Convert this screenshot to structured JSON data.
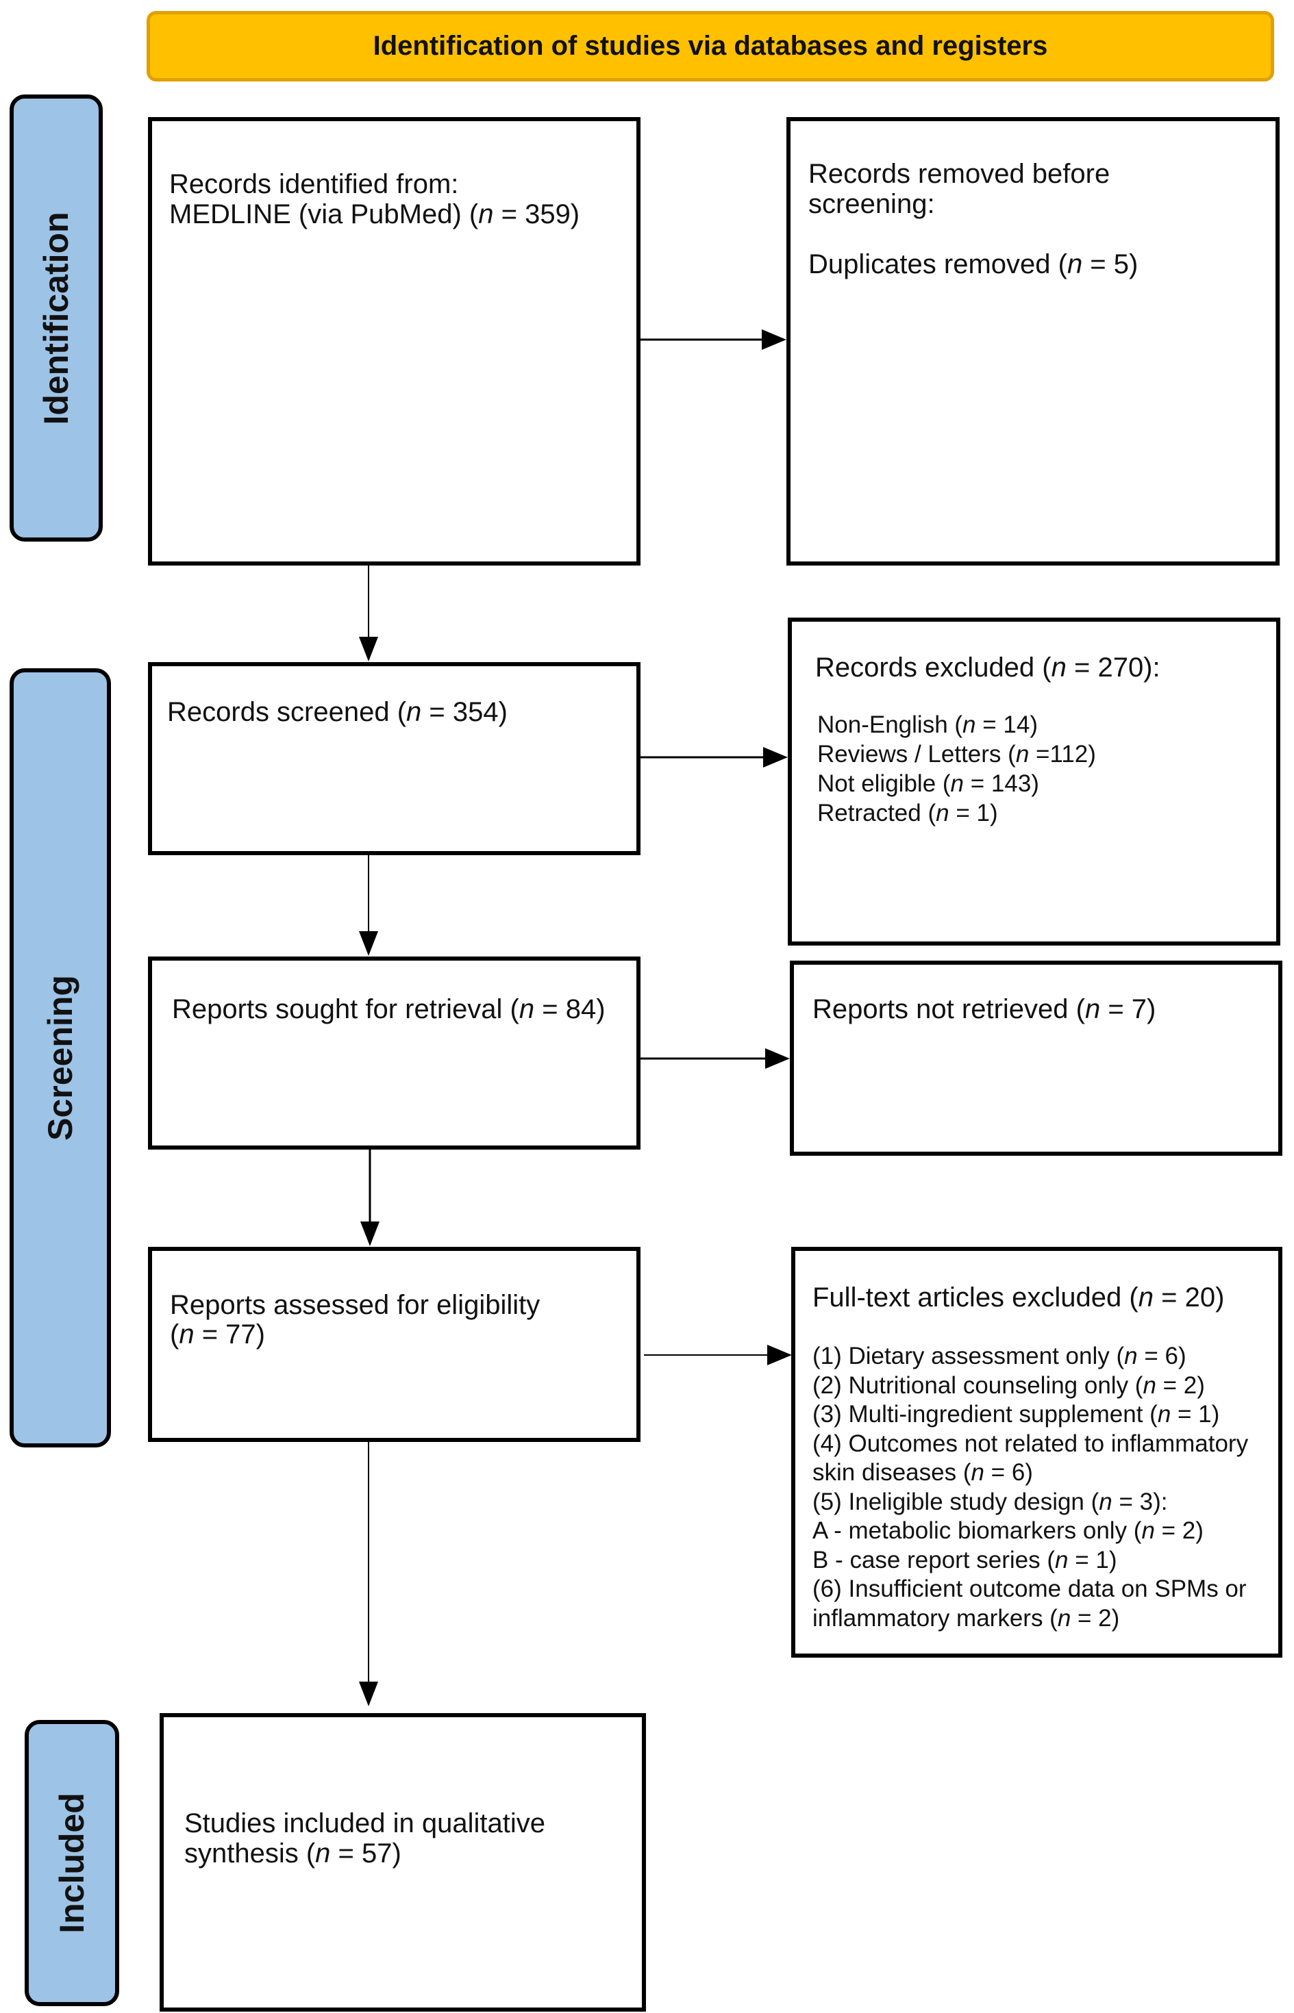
{
  "header": {
    "title": "Identification of studies via databases and registers"
  },
  "phases": {
    "identification": "Identification",
    "screening": "Screening",
    "included": "Included"
  },
  "boxes": {
    "records_identified": {
      "line1": "Records identified from:",
      "line2_prefix": "MEDLINE (via PubMed) (",
      "n": "n",
      "line2_value": " = 359)"
    },
    "records_removed": {
      "line1": "Records removed before",
      "line2": "screening:",
      "line3_prefix": "Duplicates removed (",
      "n": "n",
      "line3_value": " = 5)"
    },
    "records_screened": {
      "prefix": "Records screened (",
      "n": "n",
      "value": " = 354)"
    },
    "records_excluded": {
      "title_prefix": "Records excluded (",
      "n": "n",
      "title_value": " = 270):",
      "items": [
        {
          "label": "Non-English (",
          "n": "n",
          "value": " = 14)"
        },
        {
          "label": "Reviews / Letters (",
          "n": "n",
          "value": " =112)"
        },
        {
          "label": "Not eligible (",
          "n": "n",
          "value": " = 143)"
        },
        {
          "label": "Retracted (",
          "n": "n",
          "value": " = 1)"
        }
      ]
    },
    "reports_sought": {
      "prefix": "Reports sought for retrieval (",
      "n": "n",
      "value": " = 84)"
    },
    "reports_not_retrieved": {
      "prefix": "Reports not retrieved (",
      "n": "n",
      "value": " = 7)"
    },
    "reports_assessed": {
      "line1": "Reports assessed for eligibility",
      "line2_prefix": "(",
      "n": "n",
      "line2_value": " = 77)"
    },
    "fulltext_excluded": {
      "title_prefix": "Full-text articles excluded (",
      "n": "n",
      "title_value": " = 20)",
      "lines": [
        {
          "text": "(1) Dietary assessment only (",
          "n": "n",
          "tail": " = 6)"
        },
        {
          "text": "(2) Nutritional counseling only (",
          "n": "n",
          "tail": " = 2)"
        },
        {
          "text": "(3) Multi-ingredient supplement (",
          "n": "n",
          "tail": " = 1)"
        },
        {
          "text": "(4) Outcomes not related to inflammatory",
          "n": "",
          "tail": ""
        },
        {
          "text": "skin diseases (",
          "n": "n",
          "tail": " = 6)"
        },
        {
          "text": "(5) Ineligible study design (",
          "n": "n",
          "tail": " = 3):"
        },
        {
          "text": "A - metabolic biomarkers only (",
          "n": "n",
          "tail": " = 2)"
        },
        {
          "text": "B - case report series (",
          "n": "n",
          "tail": " = 1)"
        },
        {
          "text": "(6) Insufficient outcome data on SPMs or",
          "n": "",
          "tail": ""
        },
        {
          "text": "inflammatory markers (",
          "n": "n",
          "tail": " = 2)"
        }
      ]
    },
    "studies_included": {
      "line1": "Studies included in qualitative",
      "line2_prefix": "synthesis (",
      "n": "n",
      "line2_value": " = 57)"
    }
  }
}
